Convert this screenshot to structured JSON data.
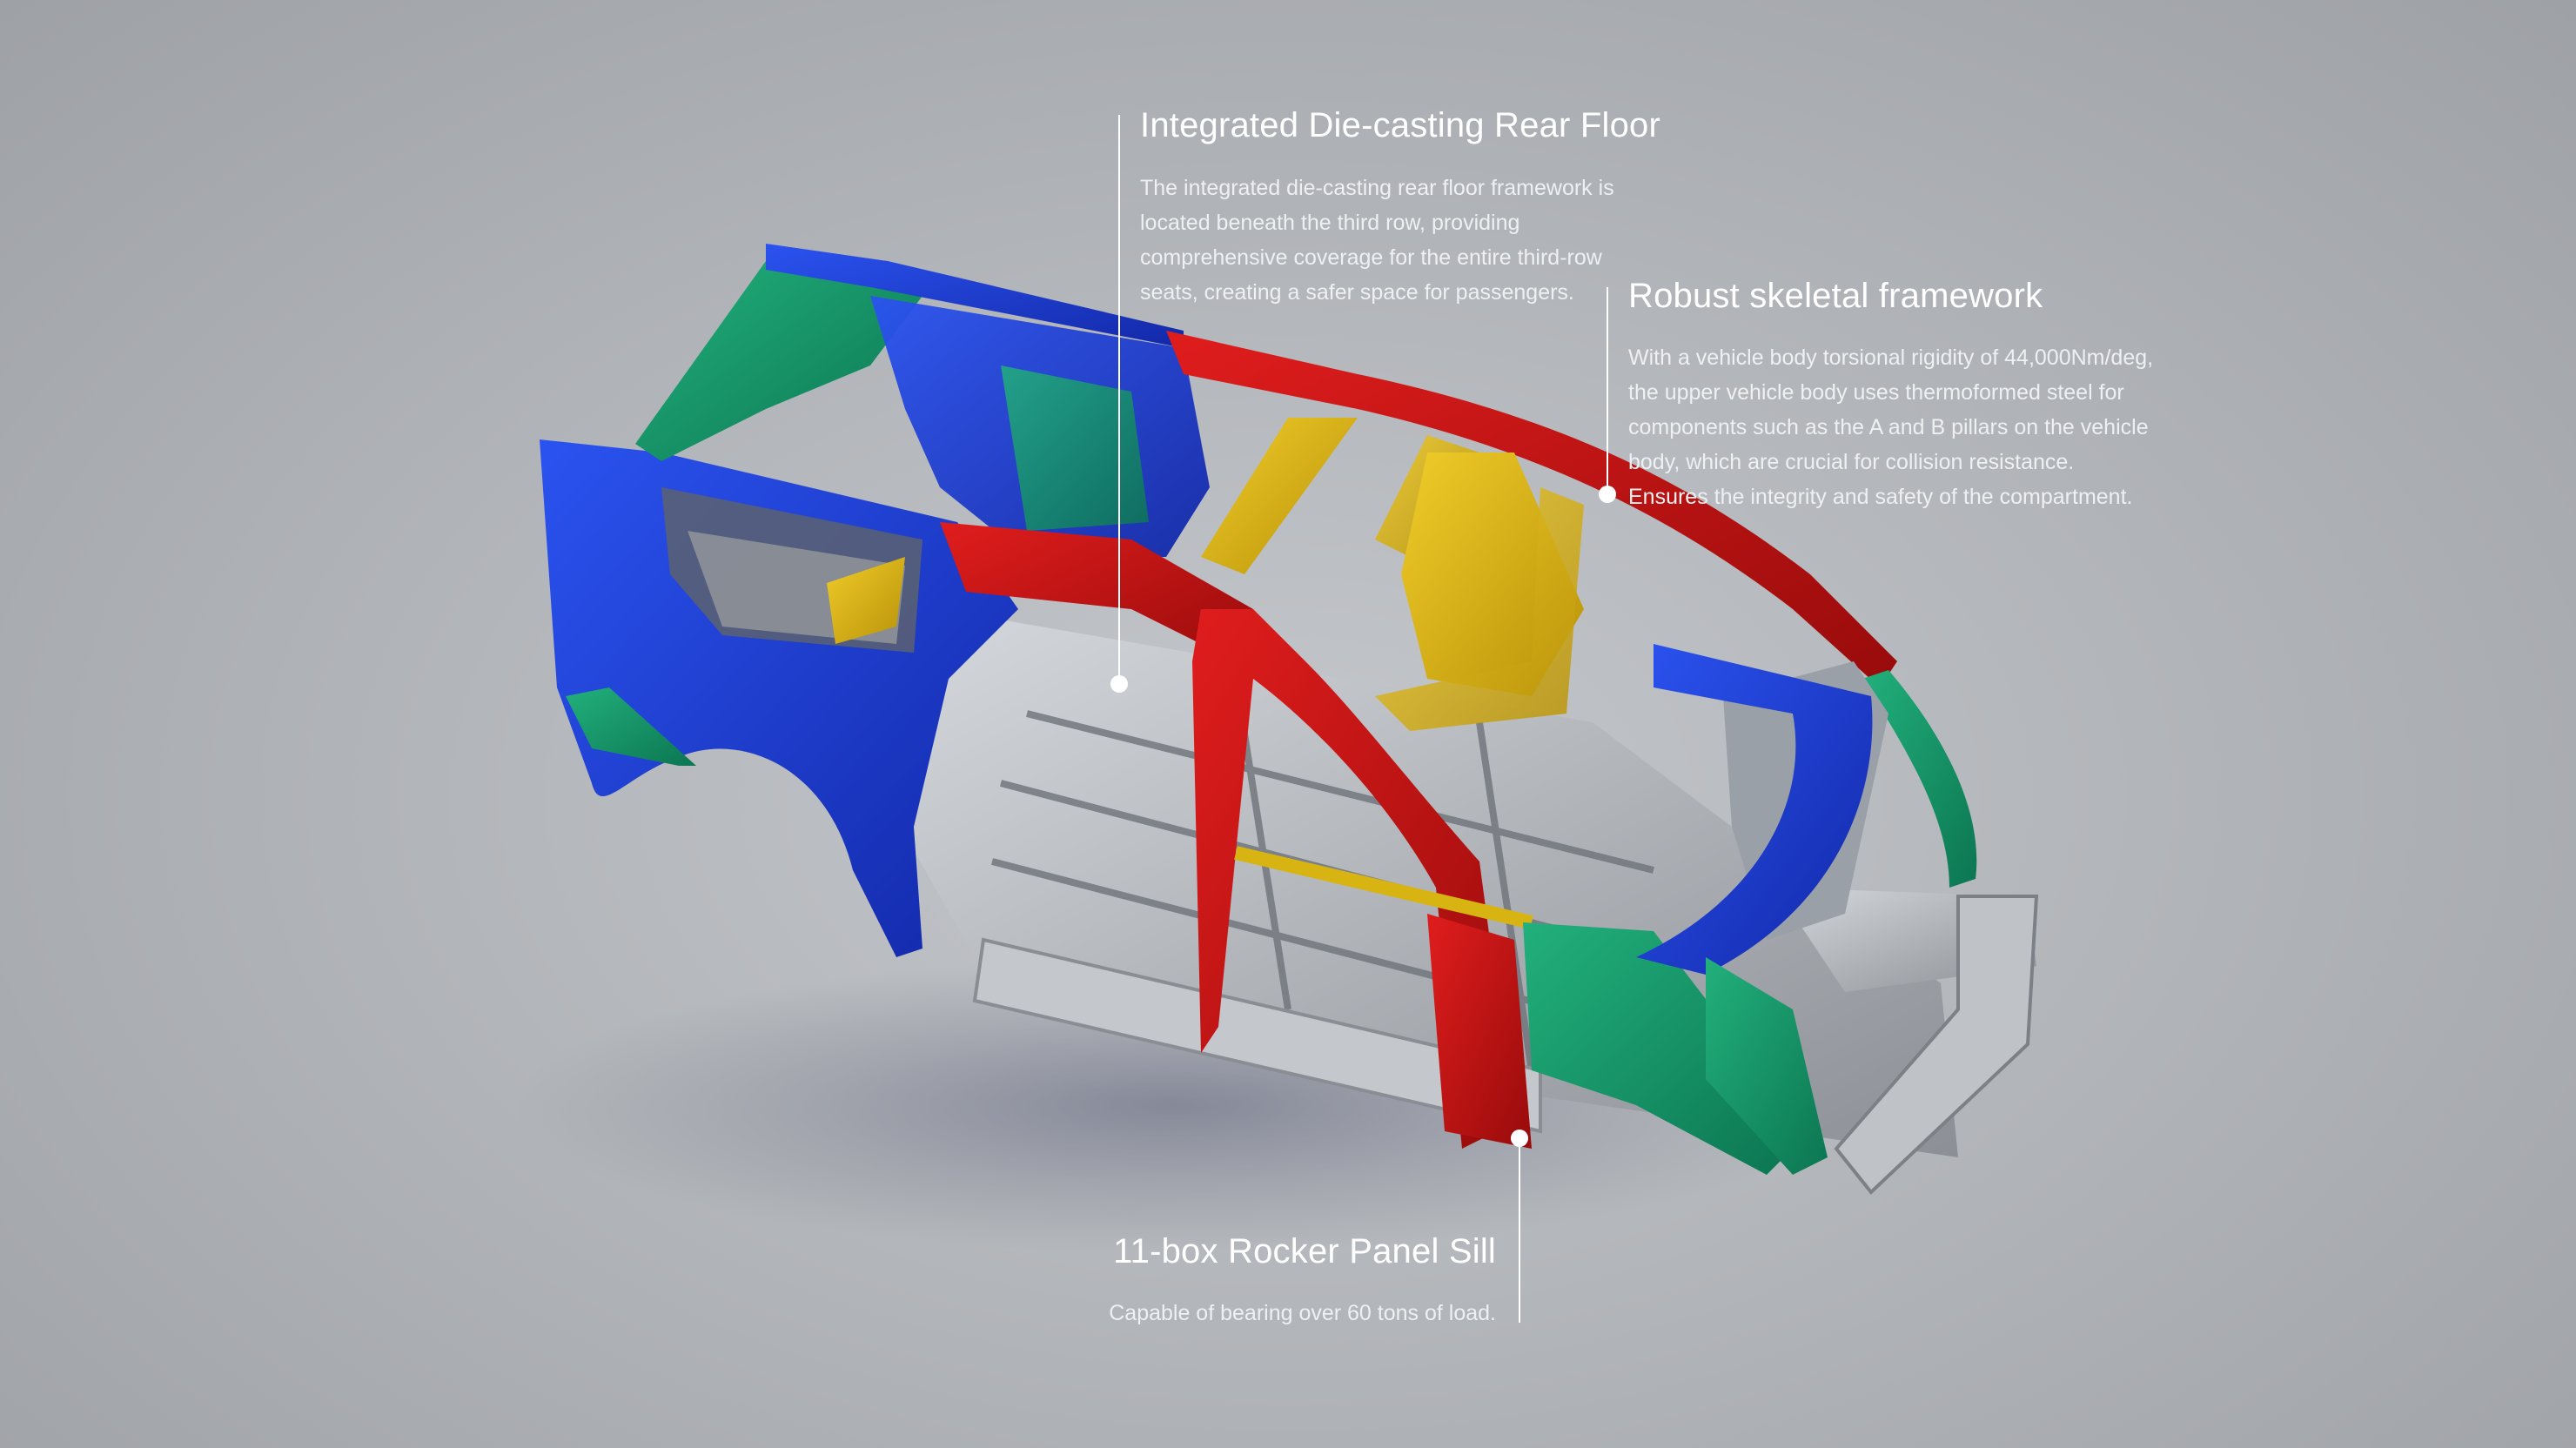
{
  "callouts": {
    "rear_floor": {
      "title": "Integrated Die-casting Rear Floor",
      "lines": [
        "The integrated die-casting rear floor framework is",
        "located beneath the third row, providing",
        "comprehensive coverage for the entire third-row",
        "seats, creating a safer space for passengers."
      ]
    },
    "skeletal": {
      "title": "Robust skeletal framework",
      "lines": [
        "With a vehicle body torsional rigidity of 44,000Nm/deg,",
        "the upper vehicle body uses thermoformed steel for",
        "components such as the A and B pillars on the vehicle",
        "body, which are crucial for collision resistance.",
        "Ensures the integrity and safety of the compartment."
      ]
    },
    "rocker": {
      "title": "11-box Rocker Panel Sill",
      "lines": [
        "Capable of bearing over 60 tons of load."
      ]
    }
  },
  "colors": {
    "blue": "#1f3fd8",
    "red": "#c81414",
    "green": "#14946a",
    "yellow": "#d8b413",
    "silver": "#a9adb3"
  }
}
